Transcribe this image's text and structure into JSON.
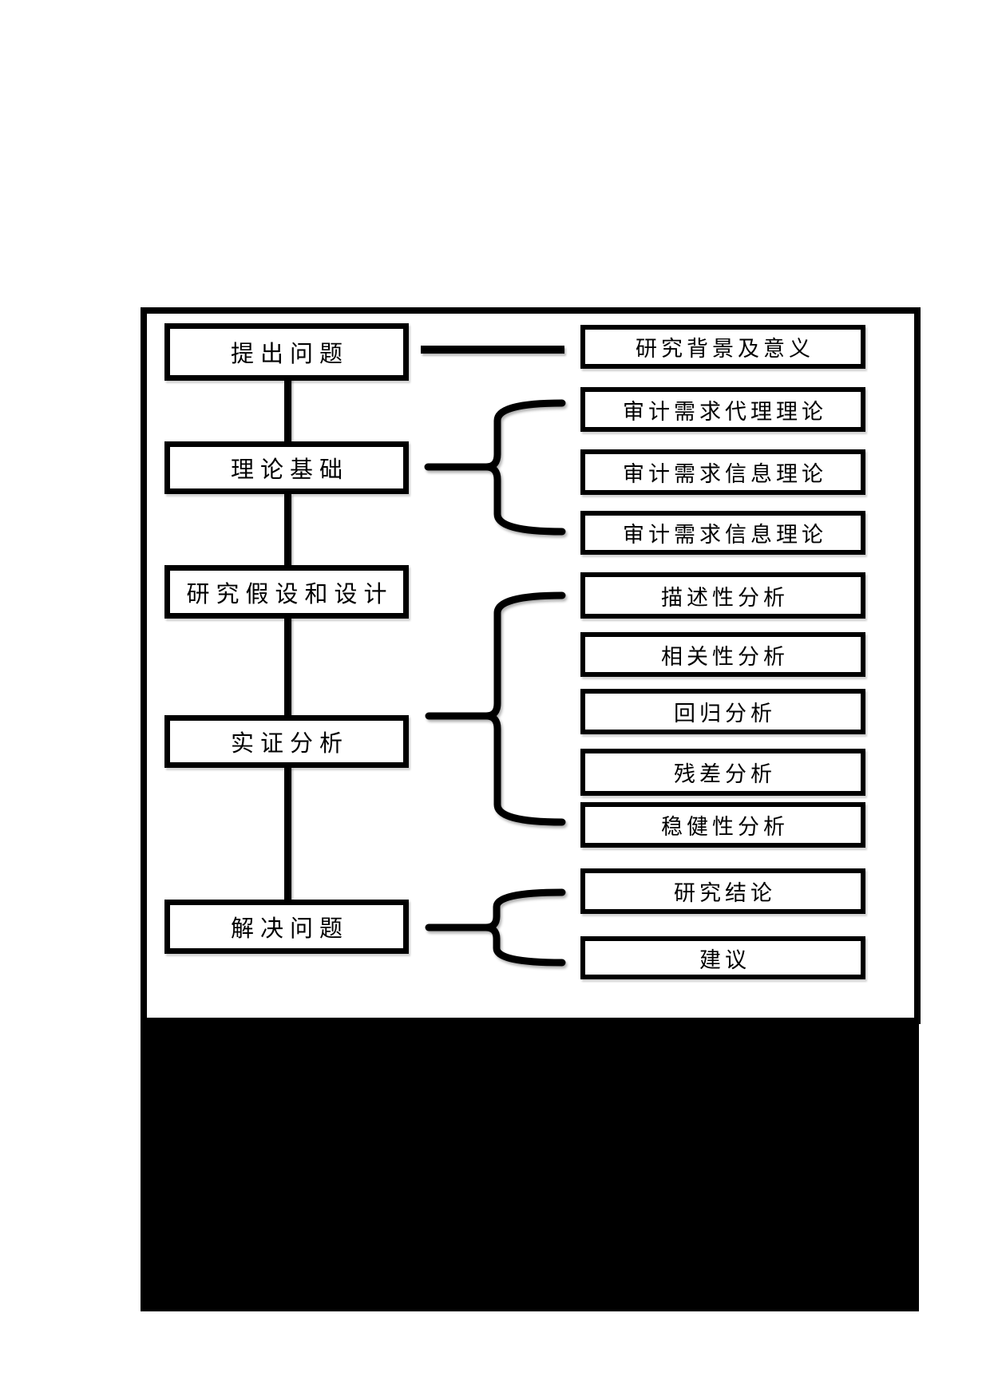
{
  "diagram": {
    "left_boxes": [
      {
        "label": "提出问题"
      },
      {
        "label": "理论基础"
      },
      {
        "label": "研究假设和设计"
      },
      {
        "label": "实证分析"
      },
      {
        "label": "解决问题"
      }
    ],
    "right_boxes": [
      {
        "label": "研究背景及意义"
      },
      {
        "label": "审计需求代理理论"
      },
      {
        "label": "审计需求信息理论"
      },
      {
        "label": "审计需求信息理论"
      },
      {
        "label": "描述性分析"
      },
      {
        "label": "相关性分析"
      },
      {
        "label": "回归分析"
      },
      {
        "label": "残差分析"
      },
      {
        "label": "稳健性分析"
      },
      {
        "label": "研究结论"
      },
      {
        "label": "建议"
      }
    ],
    "colors": {
      "stroke": "#000000",
      "background": "#ffffff",
      "redaction_block": "#000000"
    }
  }
}
